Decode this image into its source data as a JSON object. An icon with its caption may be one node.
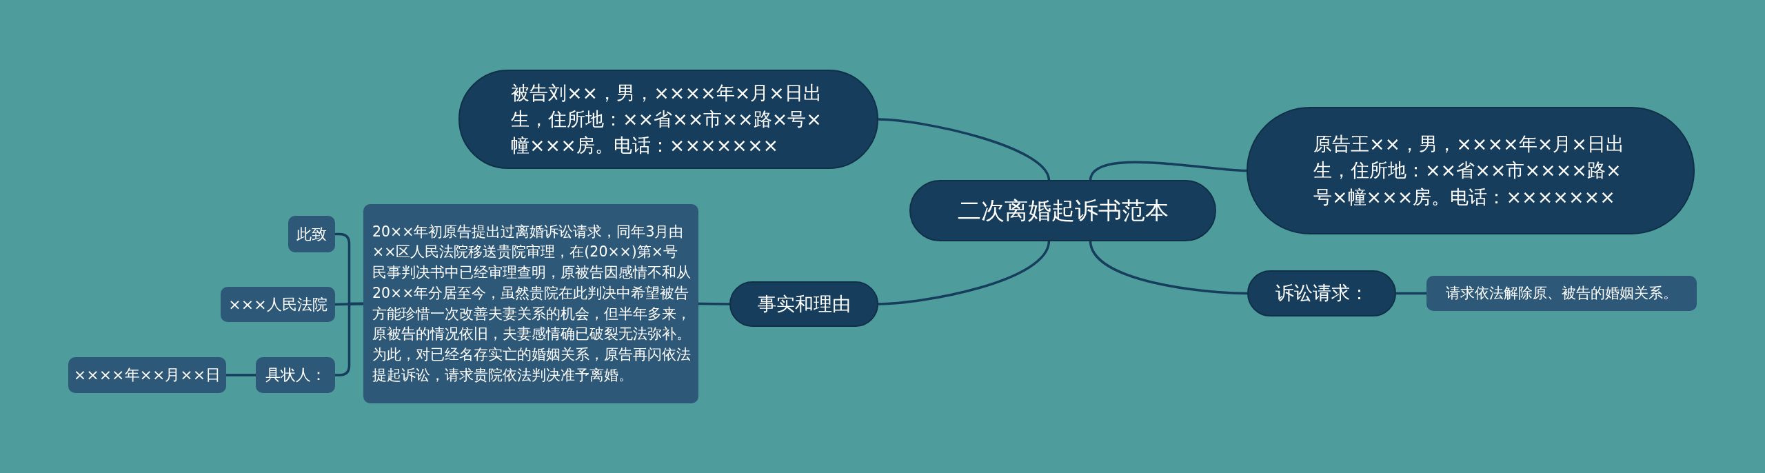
{
  "diagram": {
    "nodes": [
      {
        "text": [
          "二次离婚起诉书范本"
        ]
      },
      {
        "text": [
          "被告刘××，男，××××年×月×日出生，住所地：××省××市××路×号×幢×××房。电话：×××××××"
        ]
      },
      {
        "text": [
          "原告王××，男，××××年×月×日出生，住所地：××省××市××××路×号×幢×××房。电话：×××××××"
        ]
      },
      {
        "text": [
          "诉讼请求："
        ]
      },
      {
        "text": [
          "请求依法解除原、被告的婚姻关系。"
        ]
      },
      {
        "text": [
          "事实和理由"
        ]
      },
      {
        "text": [
          "20××年初原告提出过离婚诉讼请求，同年3月由××区人民法院移送贵院审理，在(20××)第×号民事判决书中已经审理查明，原被告因感情不和从 20××年分居至今，虽然贵院在此判决中希望被告方能珍惜一次改善夫妻关系的机会，但半年多来，原被告的情况依旧，夫妻感情确已破裂无法弥补。为此，对已经名存实亡的婚姻关系，原告再闪依法提起诉讼，请求贵院依法判决准予离婚。"
        ]
      },
      {
        "text": [
          "此致"
        ]
      },
      {
        "text": [
          "×××人民法院"
        ]
      },
      {
        "text": [
          "具状人："
        ]
      },
      {
        "text": [
          "××××年××月××日"
        ]
      }
    ],
    "edges": [
      {
        "from": 0,
        "to": 1,
        "arrow": "none"
      },
      {
        "from": 0,
        "to": 2,
        "arrow": "none"
      },
      {
        "from": 0,
        "to": 3,
        "arrow": "none"
      },
      {
        "from": 3,
        "to": 4,
        "arrow": "none"
      },
      {
        "from": 0,
        "to": 5,
        "arrow": "none"
      },
      {
        "from": 5,
        "to": 6,
        "arrow": "none"
      },
      {
        "from": 6,
        "to": 7,
        "arrow": "none"
      },
      {
        "from": 6,
        "to": 8,
        "arrow": "none"
      },
      {
        "from": 6,
        "to": 9,
        "arrow": "none"
      },
      {
        "from": 9,
        "to": 10,
        "arrow": "none"
      }
    ]
  }
}
